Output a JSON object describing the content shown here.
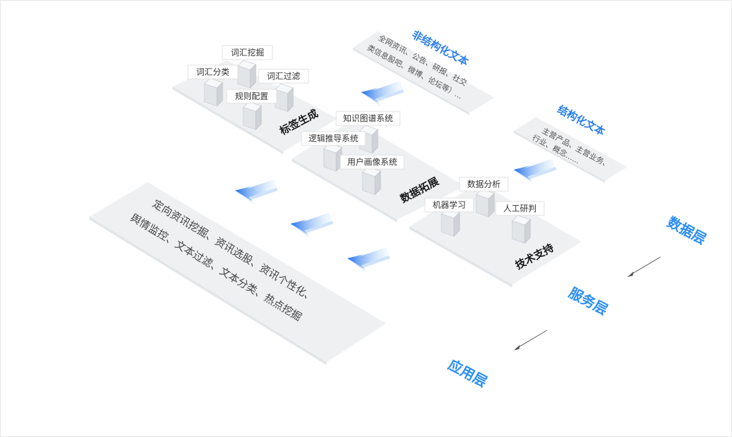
{
  "layers": {
    "data": "数据层",
    "service": "服务层",
    "application": "应用层"
  },
  "tag_generation": {
    "title": "标签生成",
    "items": [
      "词汇挖掘",
      "词汇分类",
      "词汇过滤",
      "规则配置"
    ]
  },
  "data_expansion": {
    "title": "数据拓展",
    "items": [
      "知识图谱系统",
      "逻辑推导系统",
      "用户画像系统"
    ]
  },
  "tech_support": {
    "title": "技术支持",
    "items": [
      "数据分析",
      "机器学习",
      "人工研判"
    ]
  },
  "unstructured": {
    "title": "非结构化文本",
    "line1": "全网资讯、公告、研报、社交",
    "line2": "类信息股吧、微博、论坛等）..."
  },
  "structured": {
    "title": "结构化文本",
    "line1": "主营产品、主营业务、",
    "line2": "行业、概念......"
  },
  "application": {
    "line1": "定向资讯挖掘、资讯选股、资讯个性化、",
    "line2": "舆情监控、文本过滤、文本分类、热点挖掘"
  },
  "colors": {
    "platform": "#eef0f2",
    "accent": "#2a8df5",
    "arrow": "#2b7ff2"
  }
}
